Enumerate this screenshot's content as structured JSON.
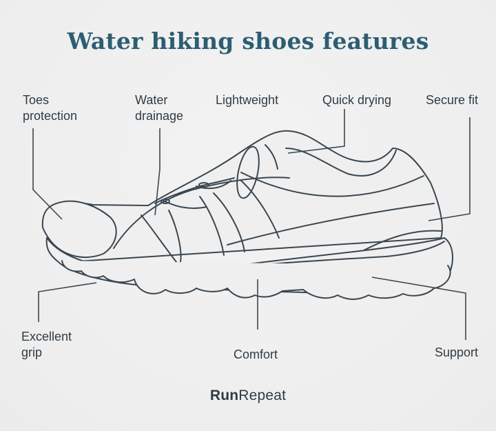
{
  "title": "Water hiking shoes features",
  "labels": {
    "toes_protection": [
      "Toes",
      "protection"
    ],
    "water_drainage": [
      "Water",
      "drainage"
    ],
    "lightweight": "Lightweight",
    "quick_drying": "Quick drying",
    "secure_fit": "Secure fit",
    "excellent_grip": [
      "Excellent",
      "grip"
    ],
    "comfort": "Comfort",
    "support": "Support"
  },
  "logo": {
    "part1": "Run",
    "part2": "Repeat"
  },
  "colors": {
    "title": "#2d5d72",
    "line": "#3a4650",
    "fill": "#efefef",
    "background": "#ececec"
  }
}
